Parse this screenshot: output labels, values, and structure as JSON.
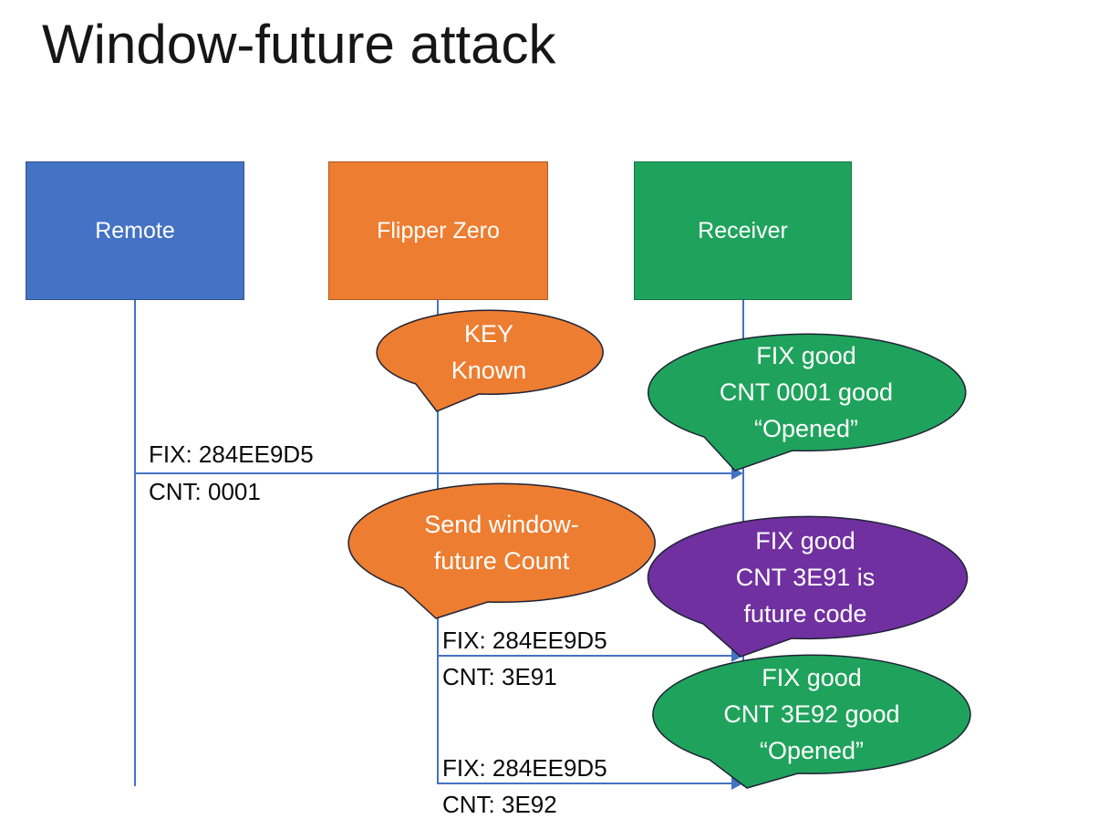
{
  "title": "Window-future attack",
  "colors": {
    "blue": "#4472C4",
    "orange": "#ED7D31",
    "green": "#1FA35C",
    "purple": "#7030A0",
    "line": "#4472C4",
    "outline": "#1F2235",
    "background": "#FFFFFF",
    "text_light": "#FFFFFF",
    "text_dark": "#0A0A0A"
  },
  "actors": [
    {
      "label": "Remote",
      "color": "blue"
    },
    {
      "label": "Flipper Zero",
      "color": "orange"
    },
    {
      "label": "Receiver",
      "color": "green"
    }
  ],
  "callouts": [
    {
      "color": "orange",
      "attached_to": "Flipper Zero",
      "lines": [
        "KEY",
        "Known"
      ]
    },
    {
      "color": "green",
      "attached_to": "Receiver",
      "lines": [
        "FIX good",
        "CNT 0001 good",
        "“Opened”"
      ]
    },
    {
      "color": "orange",
      "attached_to": "Flipper Zero",
      "lines": [
        "Send window-",
        "future Count"
      ]
    },
    {
      "color": "purple",
      "attached_to": "Receiver",
      "lines": [
        "FIX good",
        "CNT 3E91 is",
        "future code"
      ]
    },
    {
      "color": "green",
      "attached_to": "Receiver",
      "lines": [
        "FIX good",
        "CNT 3E92 good",
        "“Opened”"
      ]
    }
  ],
  "messages": [
    {
      "from": "Remote",
      "to": "Receiver",
      "fix": "FIX: 284EE9D5",
      "cnt": "CNT: 0001"
    },
    {
      "from": "Flipper Zero",
      "to": "Receiver",
      "fix": "FIX: 284EE9D5",
      "cnt": "CNT: 3E91"
    },
    {
      "from": "Flipper Zero",
      "to": "Receiver",
      "fix": "FIX: 284EE9D5",
      "cnt": "CNT: 3E92"
    }
  ]
}
